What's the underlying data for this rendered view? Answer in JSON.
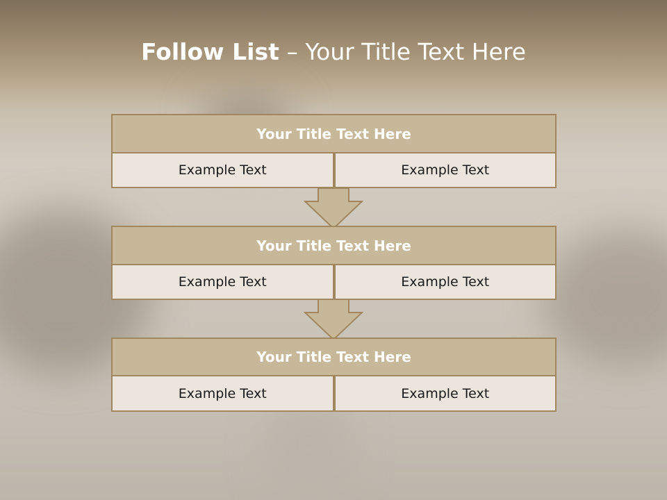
{
  "slide": {
    "title_bold": "Follow List",
    "title_separator": " – ",
    "title_rest": "Your Title Text Here"
  },
  "rows": [
    {
      "header": "Your Title Text Here",
      "left": "Example Text",
      "right": "Example Text"
    },
    {
      "header": "Your Title Text Here",
      "left": "Example Text",
      "right": "Example Text"
    },
    {
      "header": "Your Title Text Here",
      "left": "Example Text",
      "right": "Example Text"
    }
  ],
  "colors": {
    "header_fill": "#c8b89a",
    "border": "#a08760",
    "cell_fill": "#ebe5dd",
    "arrow_fill": "#c8b89a"
  },
  "icons": [
    "down-arrow-icon",
    "down-arrow-icon"
  ]
}
